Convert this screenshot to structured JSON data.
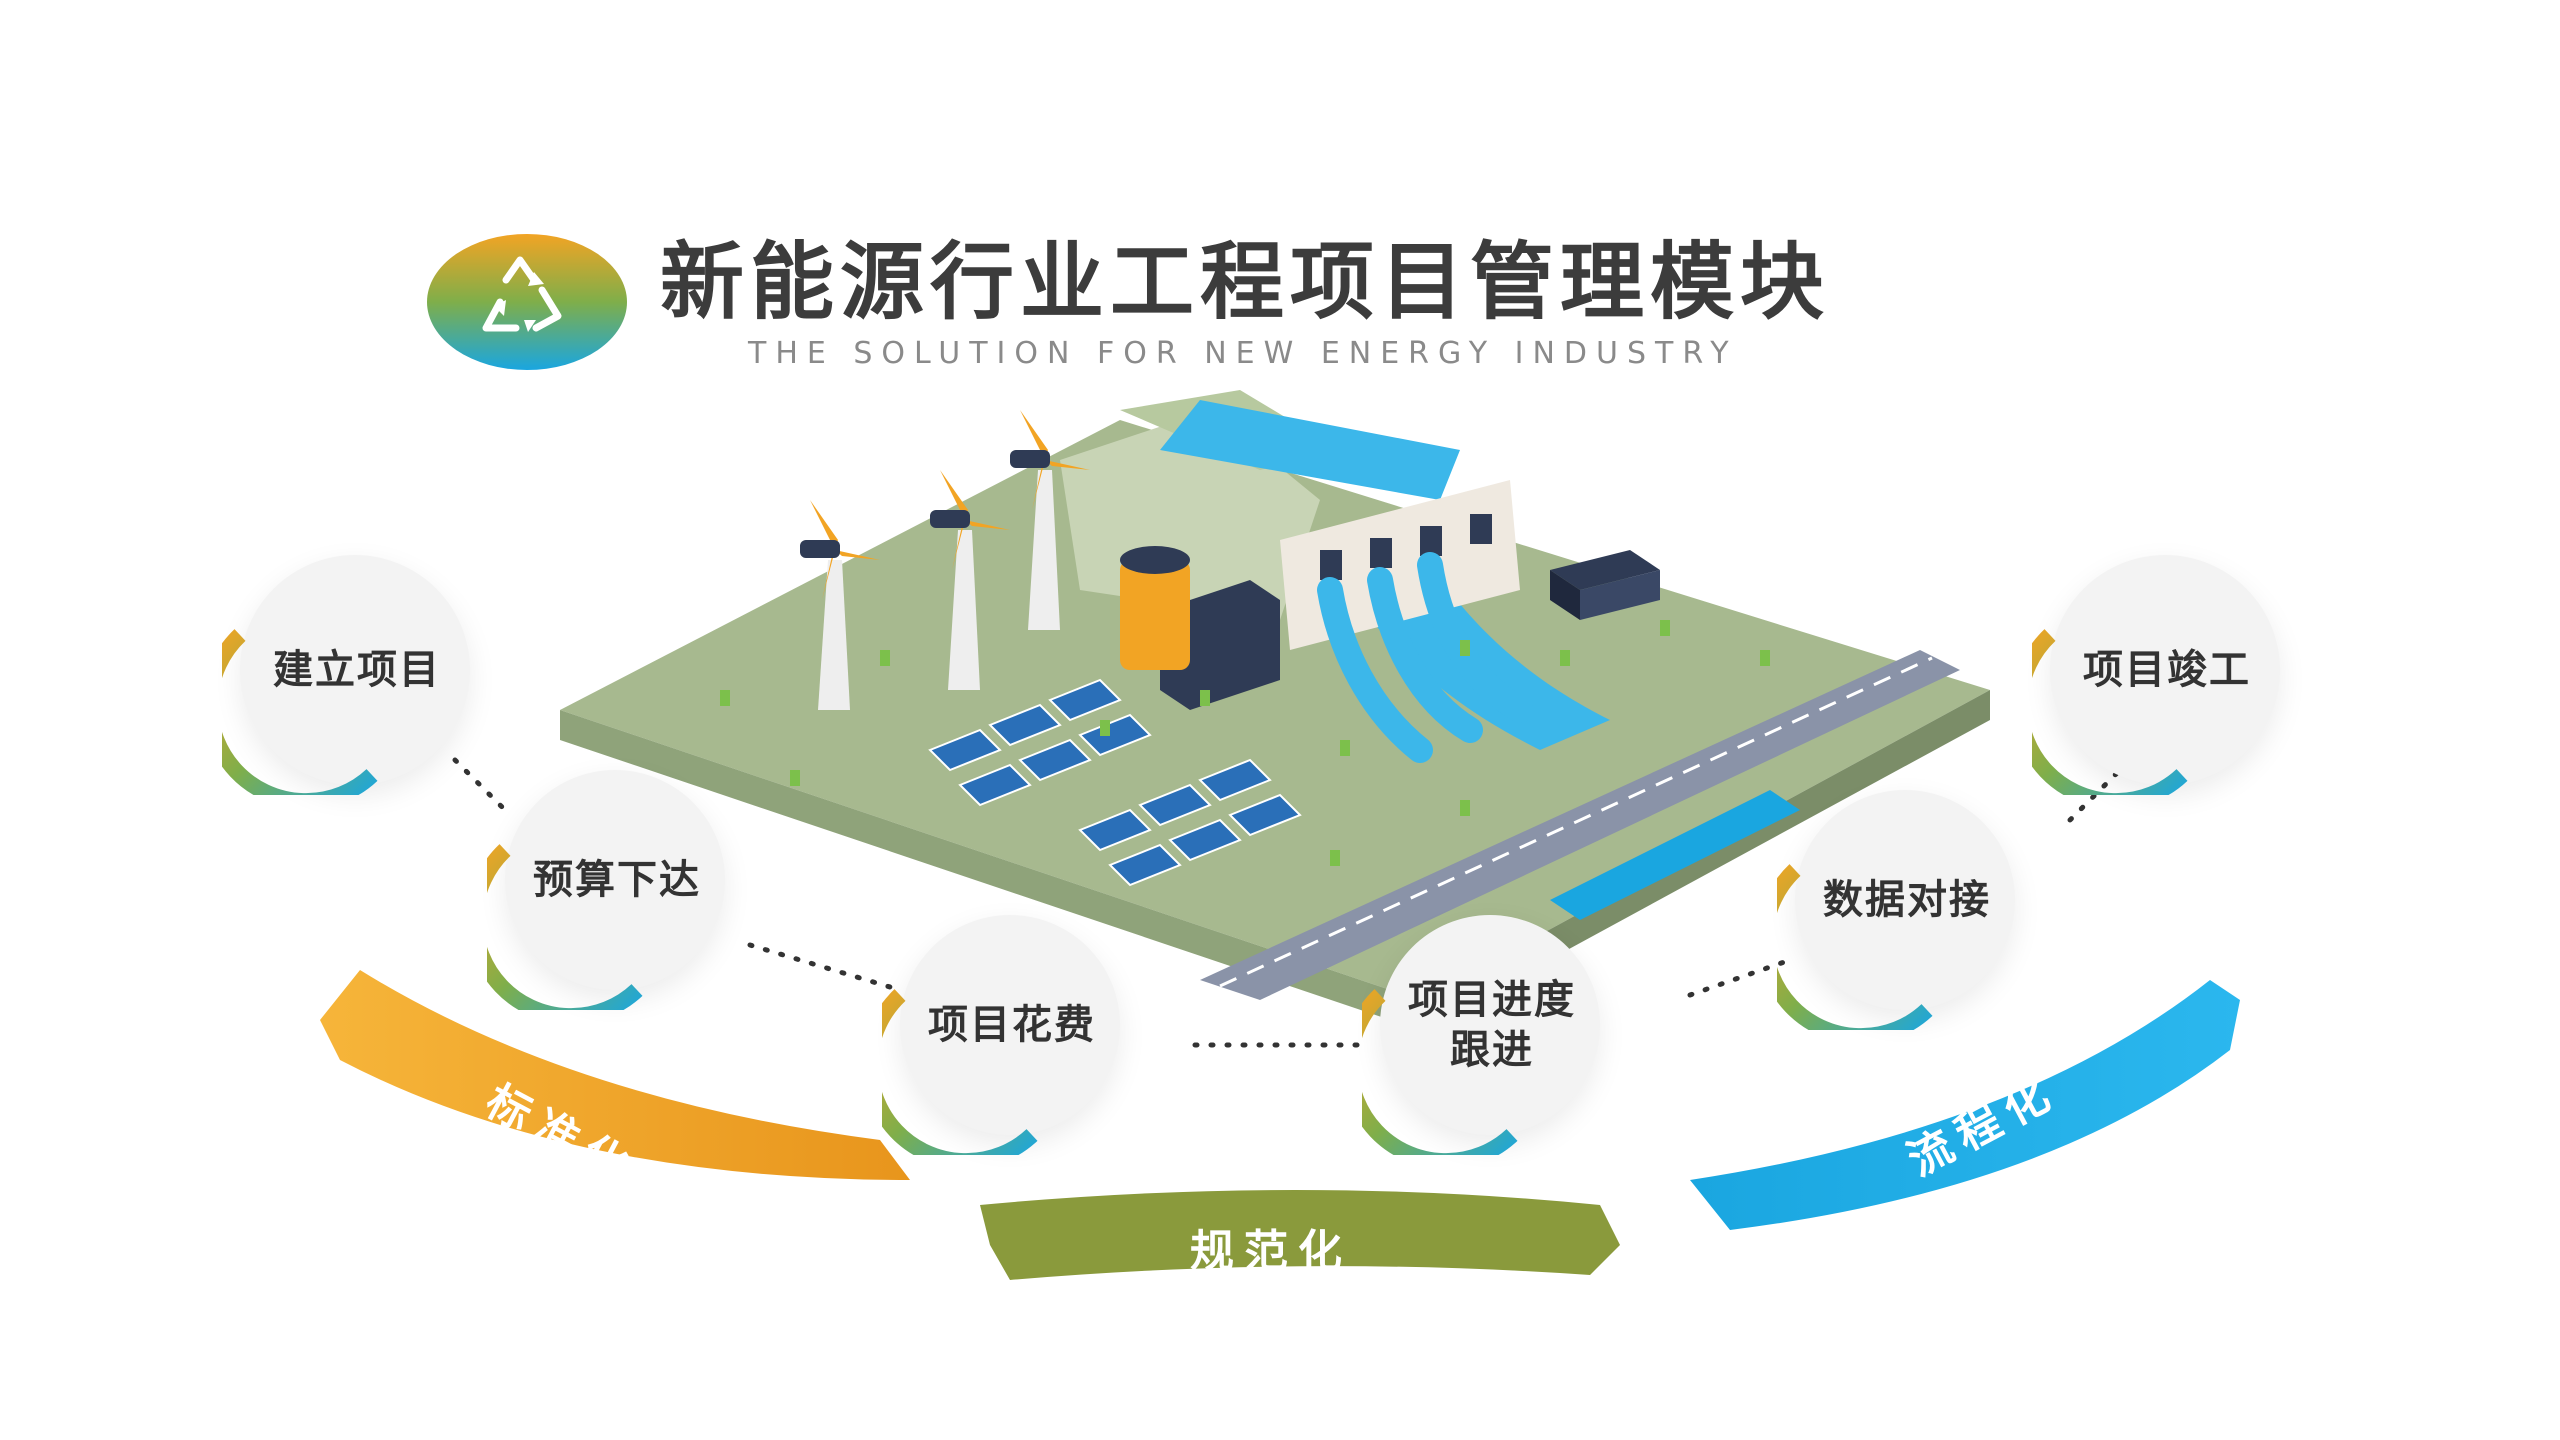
{
  "header": {
    "title": "新能源行业工程项目管理模块",
    "subtitle": "THE SOLUTION FOR NEW ENERGY INDUSTRY",
    "logo_icon": "recycle-icon"
  },
  "stages": [
    {
      "id": "create",
      "label": "建立项目"
    },
    {
      "id": "budget",
      "label": "预算下达"
    },
    {
      "id": "cost",
      "label": "项目花费"
    },
    {
      "id": "progress",
      "label": "项目进度跟进"
    },
    {
      "id": "data",
      "label": "数据对接"
    },
    {
      "id": "complete",
      "label": "项目竣工"
    }
  ],
  "ribbons": {
    "left": "标准化",
    "middle": "规范化",
    "right": "流程化"
  },
  "colors": {
    "orange": "#f2a424",
    "olive": "#8a9a3c",
    "blue": "#1aa6e0",
    "green": "#5ba85a",
    "title": "#3c3c3c"
  }
}
